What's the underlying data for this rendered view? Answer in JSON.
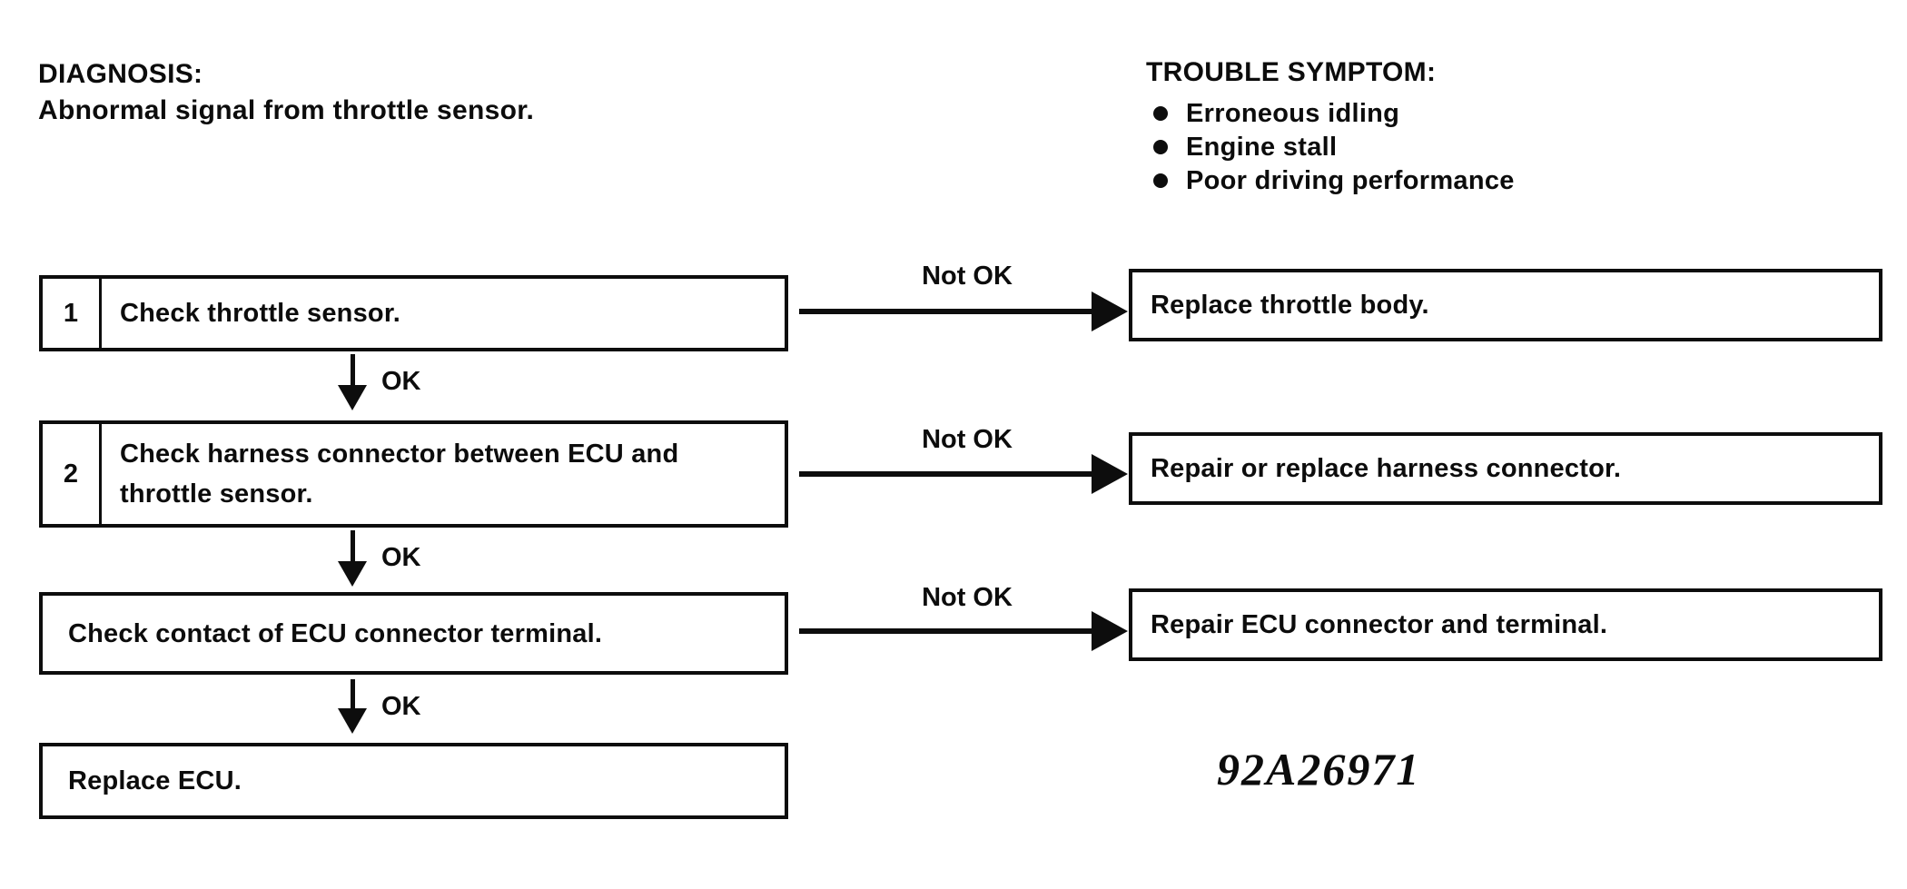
{
  "page": {
    "diagnosis": {
      "label": "DIAGNOSIS:",
      "text": "Abnormal signal from throttle sensor."
    },
    "trouble_symptom": {
      "label": "TROUBLE SYMPTOM:",
      "items": [
        "Erroneous idling",
        "Engine stall",
        "Poor driving performance"
      ]
    },
    "flow": {
      "ok_label": "OK",
      "not_ok_label": "Not OK",
      "steps": [
        {
          "number": "1",
          "text": "Check throttle sensor.",
          "result": "Replace throttle body."
        },
        {
          "number": "2",
          "text": "Check harness connector between ECU and throttle sensor.",
          "result": "Repair or replace harness connector."
        },
        {
          "number": "",
          "text": "Check contact of ECU connector terminal.",
          "result": "Repair ECU connector and terminal."
        },
        {
          "number": "",
          "text": "Replace ECU.",
          "result": ""
        }
      ]
    },
    "figure_code": "92A26971",
    "colors": {
      "ink": "#0d0d0d",
      "paper": "#ffffff"
    }
  }
}
